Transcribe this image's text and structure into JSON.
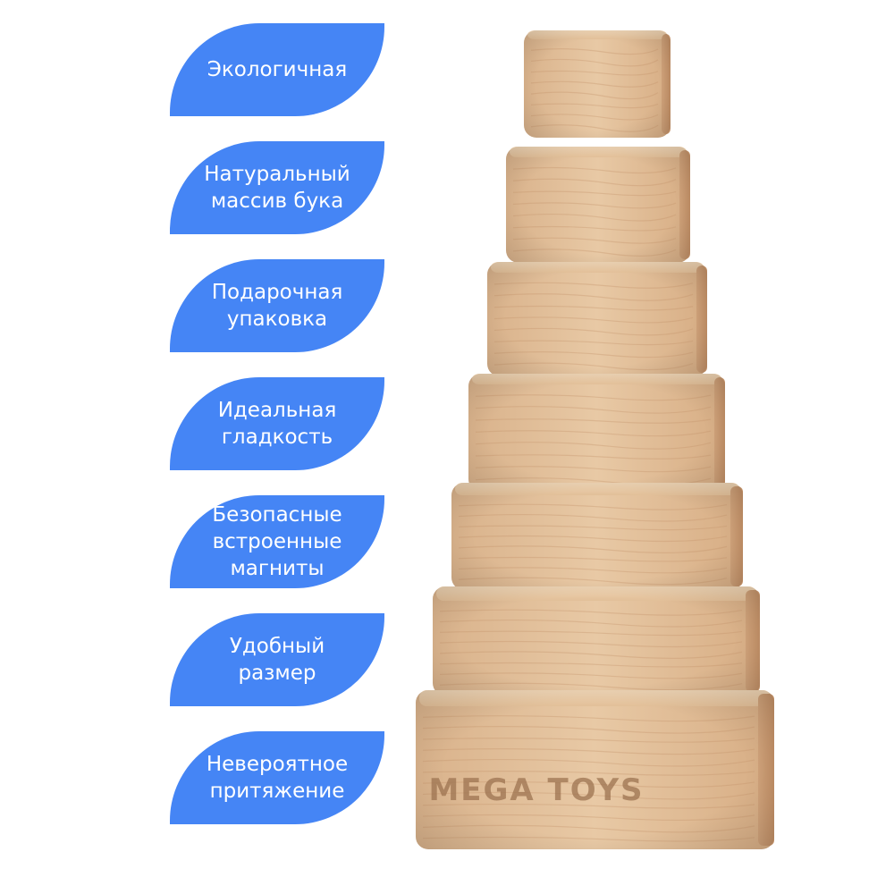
{
  "colors": {
    "badge": "#4585f5",
    "badge_text": "#ffffff",
    "wood_light": "#e7c7a3",
    "wood_mid": "#d8b08a",
    "wood_dark": "#c2926a",
    "engraving": "#9c7350",
    "background": "#ffffff"
  },
  "features": [
    {
      "label": "Экологичная"
    },
    {
      "label": "Натуральный\nмассив бука"
    },
    {
      "label": "Подарочная\nупаковка"
    },
    {
      "label": "Идеальная\nгладкость"
    },
    {
      "label": "Безопасные\nвстроенные\nмагниты"
    },
    {
      "label": "Удобный\nразмер"
    },
    {
      "label": "Невероятное\nпритяжение"
    }
  ],
  "product": {
    "blocks": 7,
    "engraving": "MEGA TOYS"
  }
}
